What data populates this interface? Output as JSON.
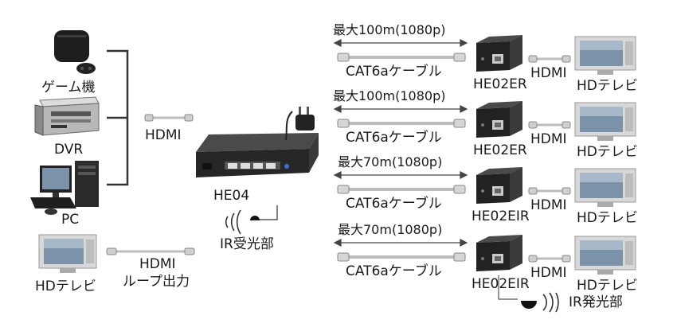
{
  "sources": {
    "game": "ゲーム機",
    "dvr": "DVR",
    "pc": "PC",
    "loop_tv": "HDテレビ",
    "loop_label_1": "HDMI",
    "loop_label_2": "ループ出力"
  },
  "hub": {
    "hdmi_label": "HDMI",
    "name": "HE04",
    "ir_label": "IR受光部"
  },
  "rows": [
    {
      "distance": "最大100m(1080p)",
      "cable": "CAT6aケーブル",
      "receiver": "HE02ER",
      "hdmi": "HDMI",
      "tv": "HDテレビ"
    },
    {
      "distance": "最大100m(1080p)",
      "cable": "CAT6aケーブル",
      "receiver": "HE02ER",
      "hdmi": "HDMI",
      "tv": "HDテレビ"
    },
    {
      "distance": "最大70m(1080p)",
      "cable": "CAT6aケーブル",
      "receiver": "HE02EIR",
      "hdmi": "HDMI",
      "tv": "HDテレビ"
    },
    {
      "distance": "最大70m(1080p)",
      "cable": "CAT6aケーブル",
      "receiver": "HE02EIR",
      "hdmi": "HDMI",
      "tv": "HDテレビ"
    }
  ],
  "ir_emitter_label": "IR発光部",
  "colors": {
    "line": "#333333",
    "device": "#2a2a2a",
    "cable": "#bdbdbd",
    "tv_frame": "#d8d8d8",
    "screen": "#7a93a8"
  }
}
